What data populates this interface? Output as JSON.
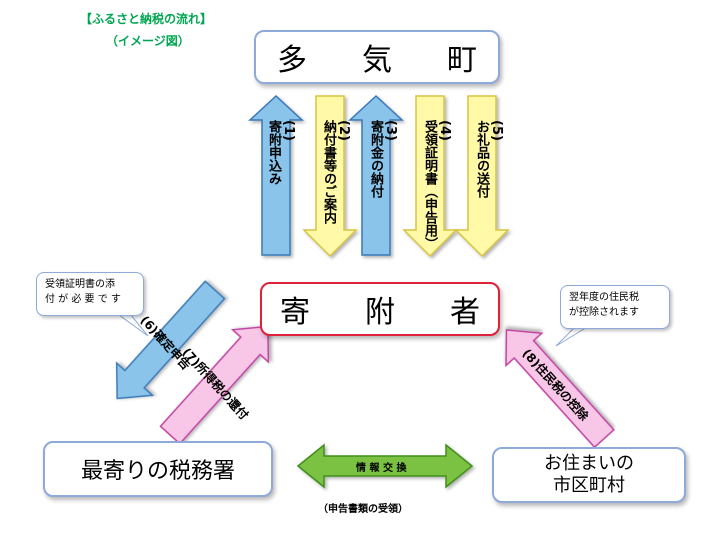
{
  "header": {
    "title": "【ふるさと納税の流れ】",
    "subtitle": "（イメージ図）"
  },
  "nodes": {
    "town": [
      "多",
      "気",
      "町"
    ],
    "donor": [
      "寄",
      "附",
      "者"
    ],
    "tax_office": "最寄りの税務署",
    "city_line1": "お住まいの",
    "city_line2": "市区町村"
  },
  "flows": {
    "f1_num": "(1)",
    "f1_text": "寄附申込み",
    "f2_num": "(2)",
    "f2_text": "納付書等のご案内",
    "f3_num": "(3)",
    "f3_text": "寄附金の納付",
    "f4_num": "(4)",
    "f4_text": "受領証明書（申告用）",
    "f5_num": "(5)",
    "f5_text": "お礼品の送付",
    "f6_num": "(6)",
    "f6_text": "確定申告",
    "f7_num": "(7)",
    "f7_text": "所得税の還付",
    "f8_num": "(8)",
    "f8_text": "住民税の控除"
  },
  "callouts": {
    "left_line1": "受領証明書の添",
    "left_line2": "付 が 必 要 で す",
    "right_line1": "翌年度の住民税",
    "right_line2": "が控除されます"
  },
  "exchange": {
    "label": "情 報 交 換",
    "caption": "（申告書類の受領）"
  },
  "colors": {
    "blue_arrow": "#8ac4ea",
    "yellow_arrow": "#fff9a8",
    "pink_arrow": "#f8c6e6",
    "green_arrow": "#7cc242",
    "header_green": "#00a651"
  }
}
